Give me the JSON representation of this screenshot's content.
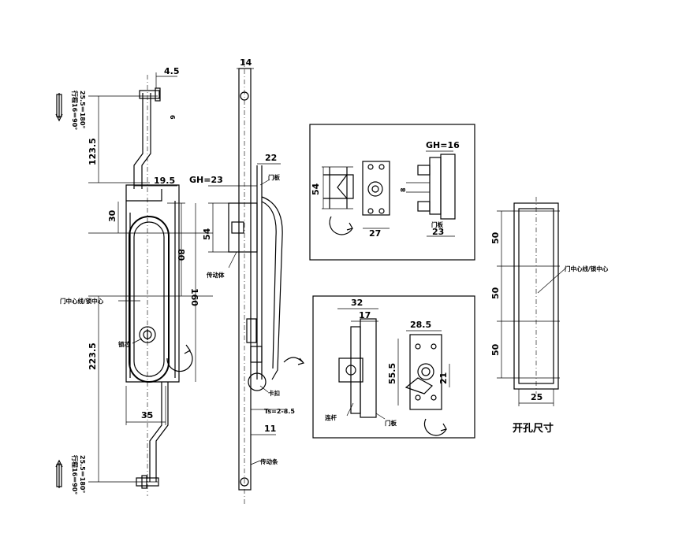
{
  "dims": {
    "d4_5": "4.5",
    "d6": "6",
    "d123_5": "123.5",
    "d19_5": "19.5",
    "d30": "30",
    "d80": "80",
    "d160": "160",
    "d223_5": "223.5",
    "d35": "35",
    "d14": "14",
    "d22": "22",
    "gh23": "GH=23",
    "d54": "54",
    "d11": "11",
    "ts": "Ts=2-8.5",
    "gh16": "GH=16",
    "top54": "54",
    "d8": "8",
    "d27": "27",
    "d23": "23",
    "d32": "32",
    "d17": "17",
    "d28_5": "28.5",
    "d55_5": "55.5",
    "d21": "21",
    "c50a": "50",
    "c50b": "50",
    "c50c": "50",
    "c25": "25"
  },
  "labels": {
    "stroke_top": "行程16＝90°",
    "stroke_top2": "25.5＝180°",
    "stroke_bottom": "行程16＝90°",
    "stroke_bottom2": "25.5＝180°",
    "door_center": "门中心线/锁中心",
    "lock_core": "锁芯",
    "door_panel": "门板",
    "drive_body": "传动体",
    "clamp": "卡扣",
    "drive_bar": "传动条",
    "door_panel_tr": "门板",
    "door_panel_br": "门板",
    "lever": "连杆",
    "cutout_center": "门中心线/锁中心",
    "cutout_title": "开孔尺寸"
  }
}
